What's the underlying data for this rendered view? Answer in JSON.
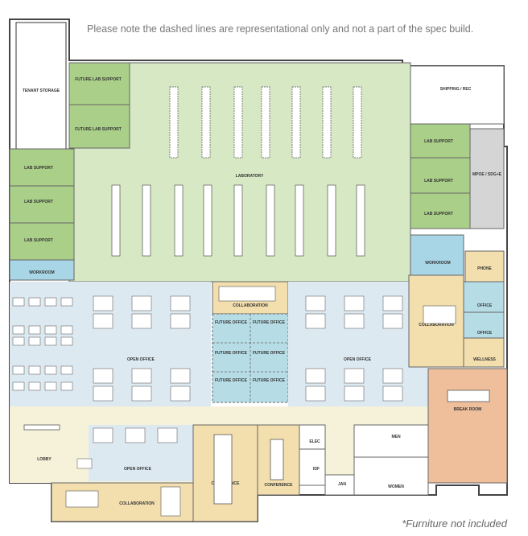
{
  "note": "Please note the dashed lines are representational only and not a part of the spec build.",
  "footnote": "*Furniture not included",
  "rooms": {
    "tenant_storage": "TENANT STORAGE",
    "future_lab_support_1": "FUTURE LAB SUPPORT",
    "future_lab_support_2": "FUTURE LAB SUPPORT",
    "laboratory": "LABORATORY",
    "shipping_rec": "SHIPPING / REC",
    "lab_support_left_1": "LAB SUPPORT",
    "lab_support_left_2": "LAB SUPPORT",
    "lab_support_left_3": "LAB SUPPORT",
    "lab_support_right_1": "LAB SUPPORT",
    "lab_support_right_2": "LAB SUPPORT",
    "lab_support_right_3": "LAB SUPPORT",
    "mpoe": "MPOE / SDG+E",
    "workroom_left": "WORKROOM",
    "workroom_right": "WORKROOM",
    "phone": "PHONE",
    "office_1": "OFFICE",
    "office_2": "OFFICE",
    "wellness": "WELLNESS",
    "collaboration_center": "COLLABORATION",
    "collaboration_right": "COLLABORATION",
    "future_office_1": "FUTURE OFFICE",
    "future_office_2": "FUTURE OFFICE",
    "future_office_3": "FUTURE OFFICE",
    "future_office_4": "FUTURE OFFICE",
    "future_office_5": "FUTURE OFFICE",
    "future_office_6": "FUTURE OFFICE",
    "open_office_left": "OPEN OFFICE",
    "open_office_right": "OPEN OFFICE",
    "open_office_bottom": "OPEN OFFICE",
    "break_room": "BREAK ROOM",
    "lobby": "LOBBY",
    "collaboration_bottom": "COLLABORATION",
    "conference_1": "CONFERENCE",
    "conference_2": "CONFERENCE",
    "elec": "ELEC",
    "idf": "IDF",
    "jan": "JAN",
    "men": "MEN",
    "women": "WOMEN"
  },
  "colors": {
    "lab": "#d7e8c4",
    "lab_support": "#a9cf88",
    "office": "#dde9f1",
    "corridor": "#f6f2d9",
    "collab": "#f3dfae",
    "break": "#efbf9c",
    "future_office": "#b6dde6",
    "workroom": "#a8d6e6",
    "gray": "#d5d5d5"
  }
}
